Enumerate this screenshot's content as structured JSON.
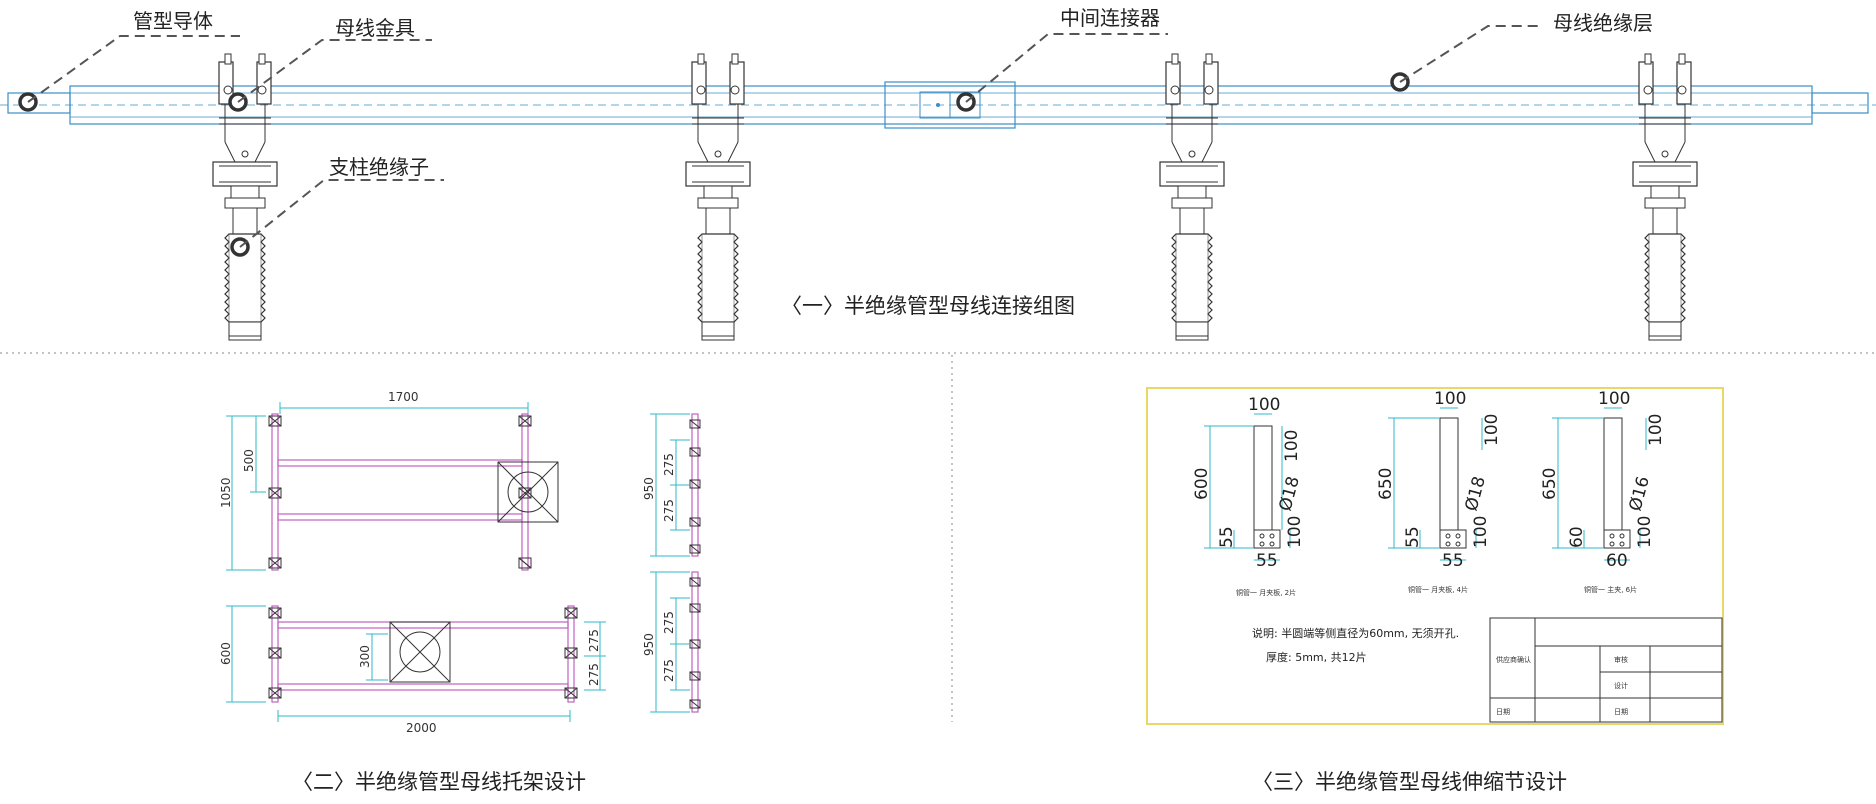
{
  "callouts": {
    "tube_conductor": "管型导体",
    "busbar_fitting": "母线金具",
    "middle_connector": "中间连接器",
    "insulation_layer": "母线绝缘层",
    "post_insulator": "支柱绝缘子"
  },
  "captions": {
    "fig1": "〈一〉半绝缘管型母线连接组图",
    "fig2": "〈二〉半绝缘管型母线托架设计",
    "fig3": "〈三〉半绝缘管型母线伸缩节设计"
  },
  "bracket_dims": {
    "top_width": "1700",
    "top_height": "1050",
    "top_inner": "500",
    "bottom_width": "2000",
    "bottom_height": "600",
    "bottom_inner": "300",
    "side_total": "950",
    "side_seg1": "275",
    "side_seg2": "275",
    "bottom_seg_a": "275",
    "bottom_seg_b": "275"
  },
  "expansion_dims": {
    "part1": {
      "top": "100",
      "right": "100",
      "height": "600",
      "dia": "Ø18",
      "base": "55",
      "bottom": "55",
      "br": "100",
      "label": "铜管一 月夹板, 2片"
    },
    "part2": {
      "top": "100",
      "right": "100",
      "height": "650",
      "dia": "Ø18",
      "base": "55",
      "bottom": "55",
      "br": "100",
      "label": "铜管一 月夹板, 4片"
    },
    "part3": {
      "top": "100",
      "right": "100",
      "height": "650",
      "dia": "Ø16",
      "base": "60",
      "bottom": "60",
      "br": "100",
      "label": "铜管一 主夹, 6片"
    },
    "note1": "说明: 半圆端等侧直径为60mm, 无须开孔.",
    "note2": "厚度: 5mm,   共12片",
    "title_block": {
      "unit": "供应商确认",
      "review": "审核",
      "design": "设计",
      "date_left": "日期",
      "date_right": "日期"
    }
  }
}
